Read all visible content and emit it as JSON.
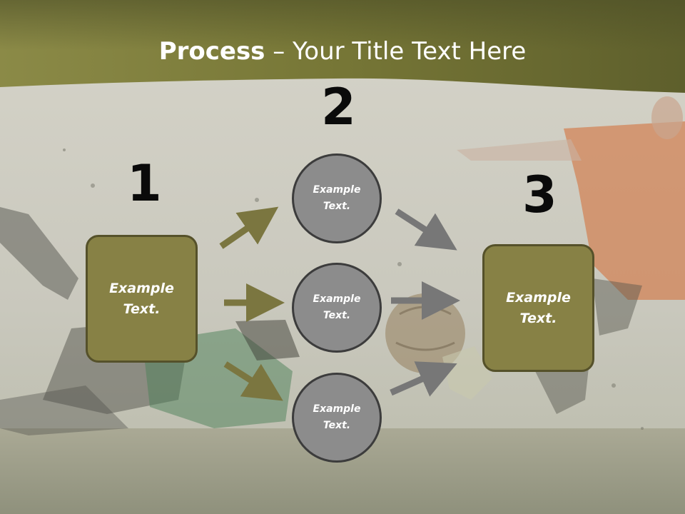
{
  "slide": {
    "title_bold": "Process",
    "title_rest": " – Your Title Text Here"
  },
  "numbers": [
    "1",
    "2",
    "3"
  ],
  "left_box": {
    "label_line1": "Example",
    "label_line2": "Text."
  },
  "right_box": {
    "label_line1": "Example",
    "label_line2": "Text."
  },
  "circles": [
    {
      "line1": "Example",
      "line2": "Text."
    },
    {
      "line1": "Example",
      "line2": "Text."
    },
    {
      "line1": "Example",
      "line2": "Text."
    }
  ],
  "colors": {
    "box_fill": "#878145",
    "box_border": "#55512a",
    "arrow_olive": "#7b7640",
    "arrow_gray": "#777777",
    "circle_fill": "#8c8c8c"
  }
}
